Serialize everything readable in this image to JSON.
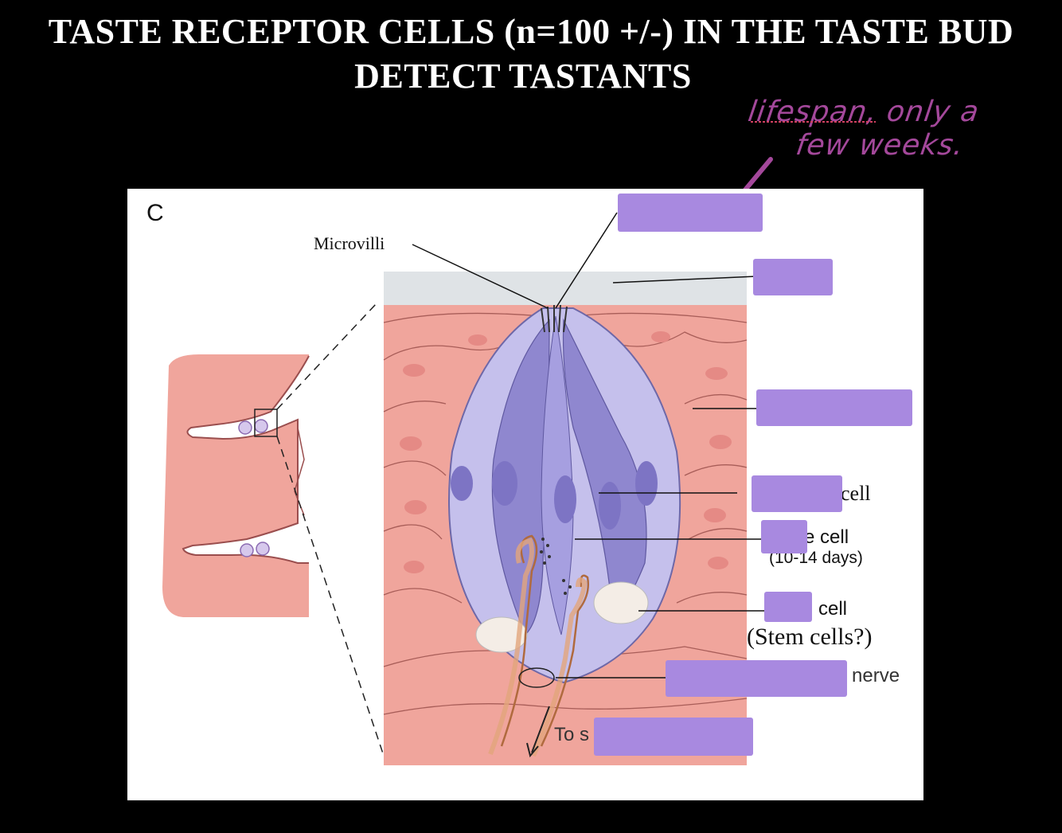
{
  "slide": {
    "title_line1": "TASTE RECEPTOR CELLS (n=100 +/-) IN THE TASTE BUD",
    "title_line2": "DETECT TASTANTS"
  },
  "annotation": {
    "line1": "lifespan, only a",
    "line2": "few weeks.",
    "color": "#a4489b"
  },
  "figure": {
    "panel_letter": "C",
    "labels": {
      "microvilli": "Microvilli",
      "cell1": "cell",
      "cell2": "e cell",
      "lifespan": "(10-14 days)",
      "cell3": "l cell",
      "stem": "(Stem cells?)",
      "nerve": "nerve",
      "to": "To s"
    },
    "colors": {
      "epithelium": "#f0a59c",
      "bud": "#c5c0ec",
      "receptor_cell": "#8f87cf",
      "nerve": "#e2a57c",
      "label_cover": "#a889e0"
    }
  }
}
